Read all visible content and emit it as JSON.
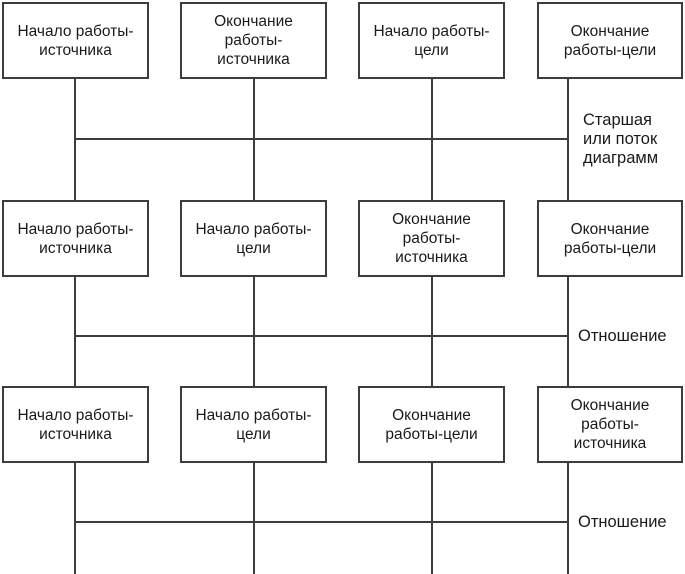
{
  "diagram": {
    "rows": [
      {
        "boxes": [
          {
            "label": "Начало работы-\nисточника"
          },
          {
            "label": "Окончание\nработы-\nисточника"
          },
          {
            "label": "Начало работы-\nцели"
          },
          {
            "label": "Окончание\nработы-цели"
          }
        ]
      },
      {
        "boxes": [
          {
            "label": "Начало работы-\nисточника"
          },
          {
            "label": "Начало работы-\nцели"
          },
          {
            "label": "Окончание\nработы-\nисточника"
          },
          {
            "label": "Окончание\nработы-цели"
          }
        ]
      },
      {
        "boxes": [
          {
            "label": "Начало работы-\nисточника"
          },
          {
            "label": "Начало работы-\nцели"
          },
          {
            "label": "Окончание\nработы-цели"
          },
          {
            "label": "Окончание\nработы-\nисточника"
          }
        ]
      }
    ],
    "side_labels": [
      {
        "id": "parent-or-flow",
        "text": "Старшая\nили поток\nдиаграмм"
      },
      {
        "id": "relation-1",
        "text": "Отношение"
      },
      {
        "id": "relation-2",
        "text": "Отношение"
      }
    ],
    "colors": {
      "line": "#3c3c3c",
      "text": "#1a1a1a",
      "background": "#ffffff"
    }
  }
}
